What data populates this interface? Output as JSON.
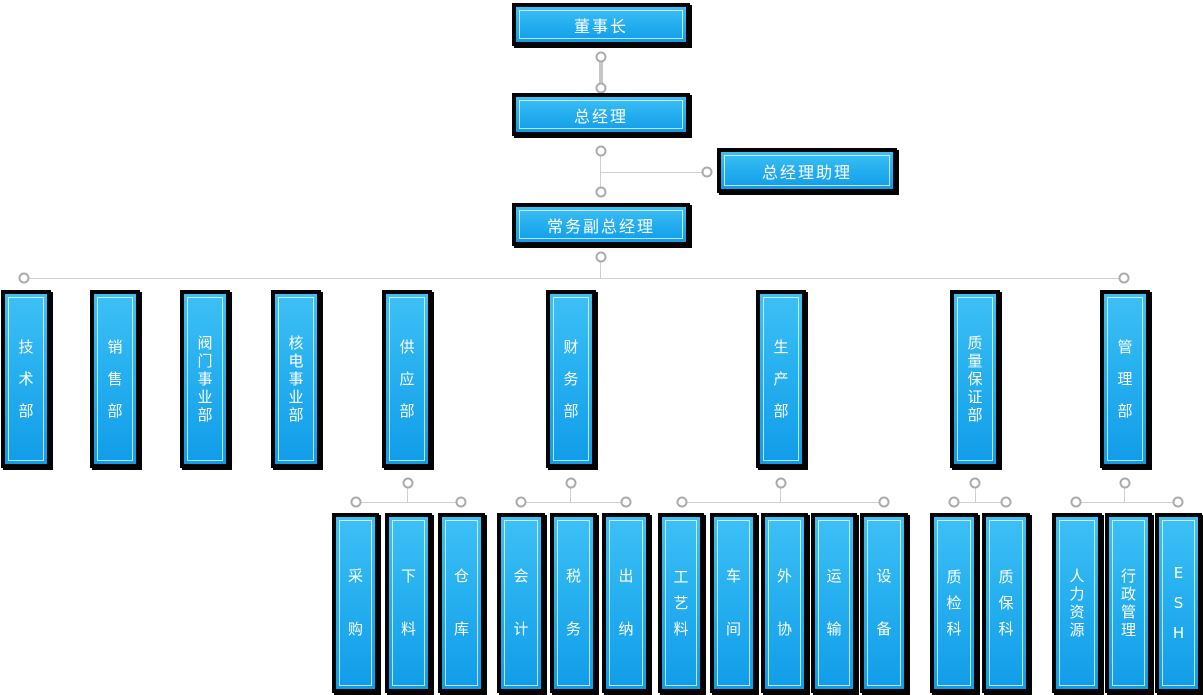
{
  "org": {
    "chairman": {
      "label": "董事长"
    },
    "general_manager": {
      "label": "总经理"
    },
    "gm_assistant": {
      "label": "总经理助理"
    },
    "executive_deputy_gm": {
      "label": "常务副总经理"
    },
    "departments": [
      {
        "label": "技术部",
        "children": []
      },
      {
        "label": "销售部",
        "children": []
      },
      {
        "label": "阀门事业部",
        "children": []
      },
      {
        "label": "核电事业部",
        "children": []
      },
      {
        "label": "供应部",
        "children": [
          {
            "label": "采购"
          },
          {
            "label": "下料"
          },
          {
            "label": "仓库"
          }
        ]
      },
      {
        "label": "财务部",
        "children": [
          {
            "label": "会计"
          },
          {
            "label": "税务"
          },
          {
            "label": "出纳"
          }
        ]
      },
      {
        "label": "生产部",
        "children": [
          {
            "label": "工艺料"
          },
          {
            "label": "车间"
          },
          {
            "label": "外协"
          },
          {
            "label": "运输"
          },
          {
            "label": "设备"
          }
        ]
      },
      {
        "label": "质量保证部",
        "children": [
          {
            "label": "质检科"
          },
          {
            "label": "质保科"
          }
        ]
      },
      {
        "label": "管理部",
        "children": [
          {
            "label": "人力资源"
          },
          {
            "label": "行政管理"
          },
          {
            "label": "ESH"
          }
        ]
      }
    ],
    "colors": {
      "box_fill_top": "#3fc0f5",
      "box_fill_bottom": "#119ce9",
      "box_border": "#040404",
      "box_inner_border": "rgba(255,255,255,0.72)",
      "connector_line": "#cfcfcf",
      "dot_stroke": "#ababab",
      "dot_fill": "#ffffff",
      "text": "#ffffff",
      "background": "#ffffff"
    }
  }
}
